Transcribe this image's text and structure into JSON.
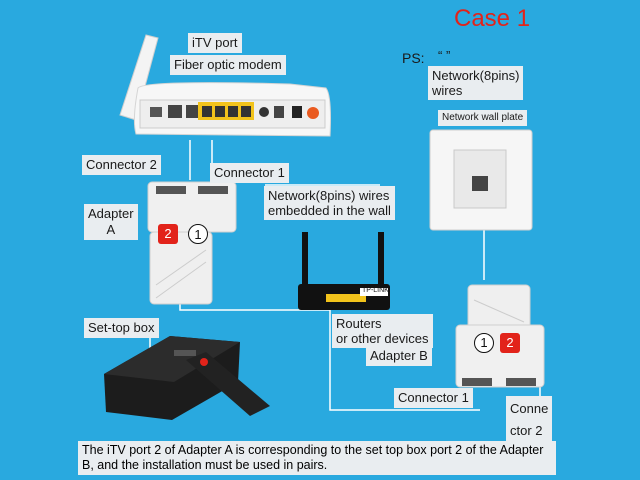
{
  "title": "Case 1",
  "labels": {
    "itv_port": "iTV port",
    "fiber_modem": "Fiber optic modem",
    "ps": "PS:",
    "ps_quote": "“                         ”",
    "network_wires": "Network(8pins)",
    "wires": "wires",
    "wall_plate": "Network wall plate",
    "connector2_top": "Connector 2",
    "connector1_top": "Connector 1",
    "embedded_line1": "Network(8pins) wires",
    "embedded_line2": "embedded in the wall",
    "adapter_a_line1": "Adapter",
    "adapter_a_line2": "A",
    "routers_line1": "Routers",
    "routers_line2": "or other devices",
    "adapter_b": "Adapter B",
    "settop": "Set-top box",
    "connector1_bottom": "Connector 1",
    "connector2_bottom_line1": "Conne",
    "connector2_bottom_line2": "ctor 2",
    "router_brand": "TP-LINK",
    "adapter_port_1": "1",
    "adapter_port_2": "2"
  },
  "caption": "The iTV port 2 of Adapter A is corresponding to the set top box port 2 of the Adapter B, and the installation must be used in pairs.",
  "colors": {
    "background": "#29a9df",
    "label_bg": "#e9edf0",
    "title": "#e2231a",
    "port_yellow": "#f2c31b"
  }
}
